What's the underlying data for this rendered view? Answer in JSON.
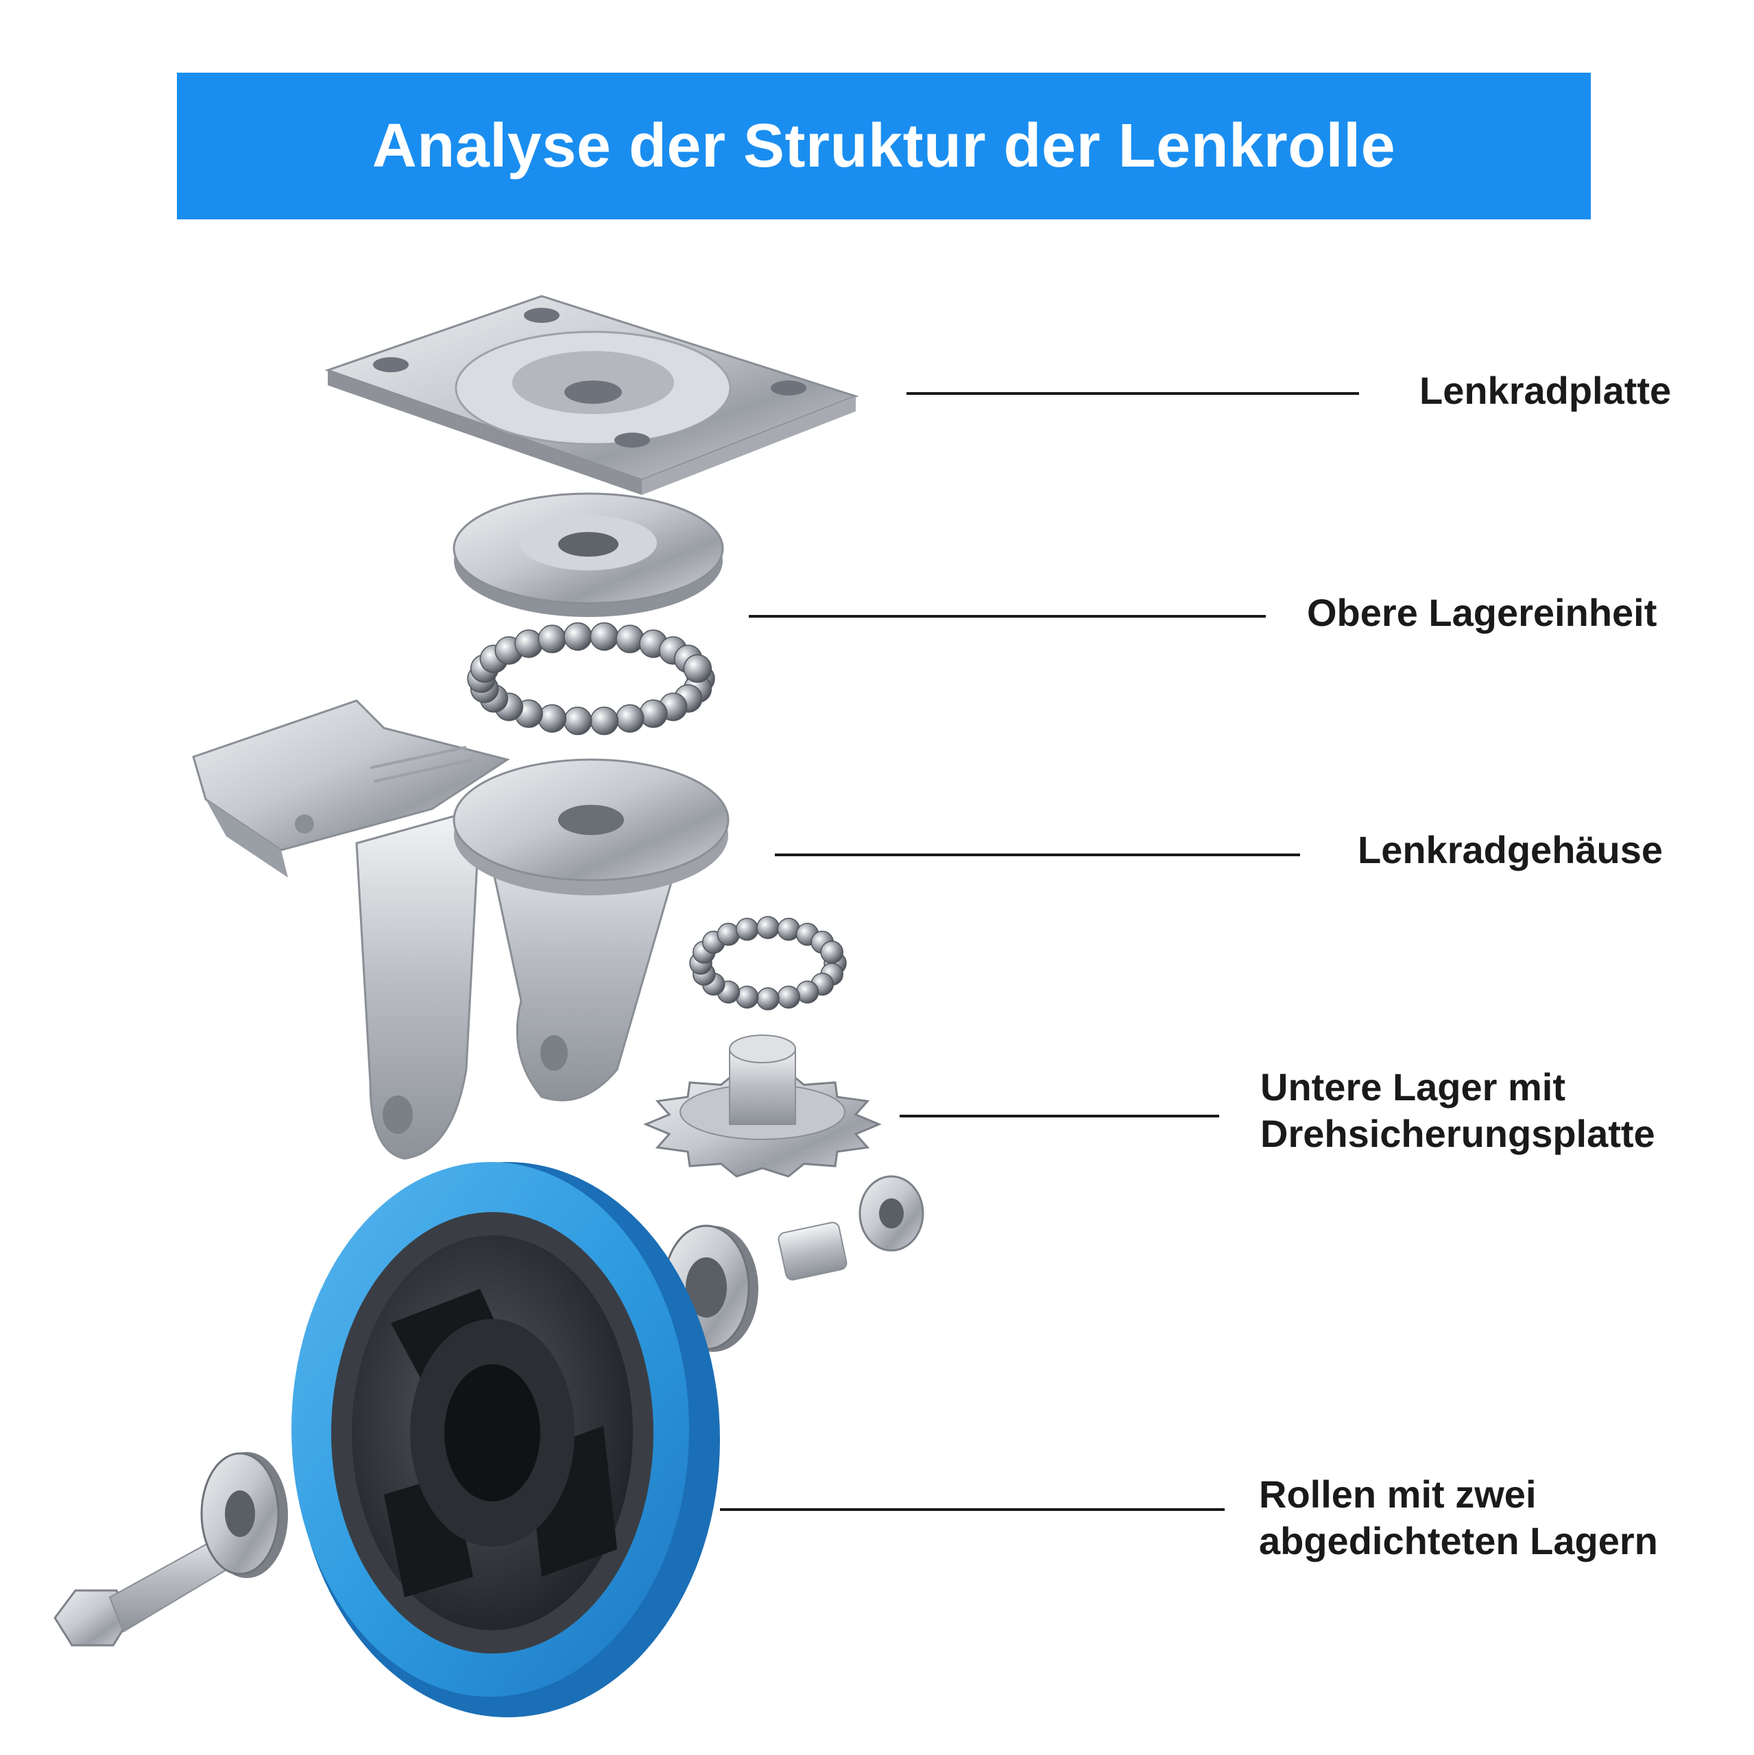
{
  "title": "Analyse der Struktur der Lenkrolle",
  "colors": {
    "banner": "#1a8ef0",
    "wheel_tread": "#2f9be0",
    "hub": "#2a2d31",
    "metal": "#c9ccd1",
    "text": "#1a1a1a"
  },
  "parts": [
    {
      "label": "Lenkradplatte"
    },
    {
      "label": "Obere Lagereinheit"
    },
    {
      "label": "Lenkradgehäuse"
    },
    {
      "label_line1": "Untere Lager mit",
      "label_line2": "Drehsicherungsplatte"
    },
    {
      "label_line1": "Rollen mit zwei",
      "label_line2": "abgedichteten Lagern"
    }
  ]
}
